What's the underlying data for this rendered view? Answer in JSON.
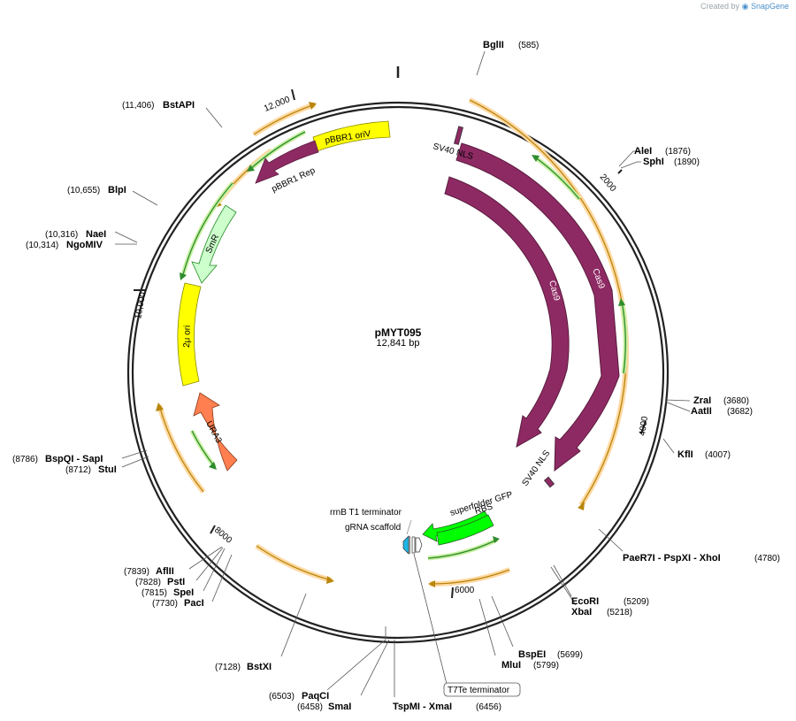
{
  "credit": {
    "prefix": "Created by",
    "brand": "SnapGene"
  },
  "plasmid": {
    "name": "pMYT095",
    "size_label": "12,841 bp"
  },
  "colors": {
    "backbone": "#222222",
    "cas9": "#8e2a63",
    "yellow_feature": "#ffff00",
    "urа3": "#ff7f50",
    "smr": "#ccffcc",
    "sfgfp": "#00ff00",
    "primer_highlight": "#ffcc80",
    "primer_line": "#b8860b",
    "primer_arrow_green": "#2e8b2e",
    "terminator_blue": "#1fb5e6"
  },
  "ticks": [
    {
      "label": "2000"
    },
    {
      "label": "4000"
    },
    {
      "label": "6000"
    },
    {
      "label": "8000"
    },
    {
      "label": "10,000"
    },
    {
      "label": "12,000"
    }
  ],
  "sites": [
    {
      "name": "BglII",
      "pos": "(585)"
    },
    {
      "name": "AleI",
      "pos": "(1876)"
    },
    {
      "name": "SphI",
      "pos": "(1890)"
    },
    {
      "name": "ZraI",
      "pos": "(3680)"
    },
    {
      "name": "AatII",
      "pos": "(3682)"
    },
    {
      "name": "KflI",
      "pos": "(4007)"
    },
    {
      "name": "PaeR7I - PspXI - XhoI",
      "pos": "(4780)"
    },
    {
      "name": "EcoRI",
      "pos": "(5209)"
    },
    {
      "name": "XbaI",
      "pos": "(5218)"
    },
    {
      "name": "BspEI",
      "pos": "(5699)"
    },
    {
      "name": "MluI",
      "pos": "(5799)"
    },
    {
      "name": "TspMI - XmaI",
      "pos": "(6456)"
    },
    {
      "name": "SmaI",
      "pos": "(6458)"
    },
    {
      "name": "PaqCI",
      "pos": "(6503)"
    },
    {
      "name": "BstXI",
      "pos": "(7128)"
    },
    {
      "name": "PacI",
      "pos": "(7730)"
    },
    {
      "name": "SpeI",
      "pos": "(7815)"
    },
    {
      "name": "PstI",
      "pos": "(7828)"
    },
    {
      "name": "AflII",
      "pos": "(7839)"
    },
    {
      "name": "StuI",
      "pos": "(8712)"
    },
    {
      "name": "BspQI - SapI",
      "pos": "(8786)"
    },
    {
      "name": "NgoMIV",
      "pos": "(10,314)"
    },
    {
      "name": "NaeI",
      "pos": "(10,316)"
    },
    {
      "name": "BlpI",
      "pos": "(10,655)"
    },
    {
      "name": "BstAPI",
      "pos": "(11,406)"
    }
  ],
  "features": {
    "cas9_outer": "Cas9",
    "cas9_inner": "Cas9",
    "sv40_nls_top": "SV40 NLS",
    "sv40_nls_bottom": "SV40 NLS",
    "superfolder_gfp": "superfolder GFP",
    "rbs": "RBS",
    "rrnb_t1": "rrnB T1 terminator",
    "grna_scaffold": "gRNA scaffold",
    "t7te": "T7Te terminator",
    "ura3": "URA3",
    "two_micron": "2μ ori",
    "smr": "SmR",
    "pbbr1_oriv": "pBBR1 oriV",
    "pbbr1_rep": "pBBR1 Rep"
  }
}
